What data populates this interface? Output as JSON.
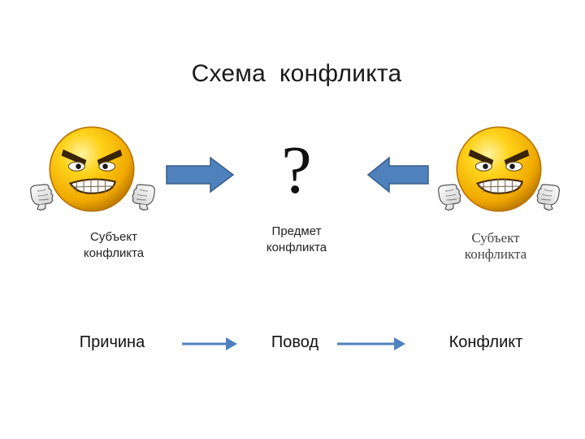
{
  "title": "Схема  конфликта",
  "question_mark": "?",
  "subject_left": {
    "line1": "Субъект",
    "line2": "конфликта"
  },
  "subject_right": {
    "line1": "Субъект",
    "line2": "конфликта"
  },
  "object": {
    "line1": "Предмет",
    "line2": "конфликта"
  },
  "chain": {
    "cause": "Причина",
    "occasion": "Повод",
    "conflict": "Конфликт"
  },
  "colors": {
    "arrow_fill": "#4f81bd",
    "arrow_stroke": "#385d8a",
    "face": "#f5b400",
    "face_dark": "#c98200"
  },
  "icons": [
    "angry-face-icon",
    "pointing-hand-icon"
  ]
}
